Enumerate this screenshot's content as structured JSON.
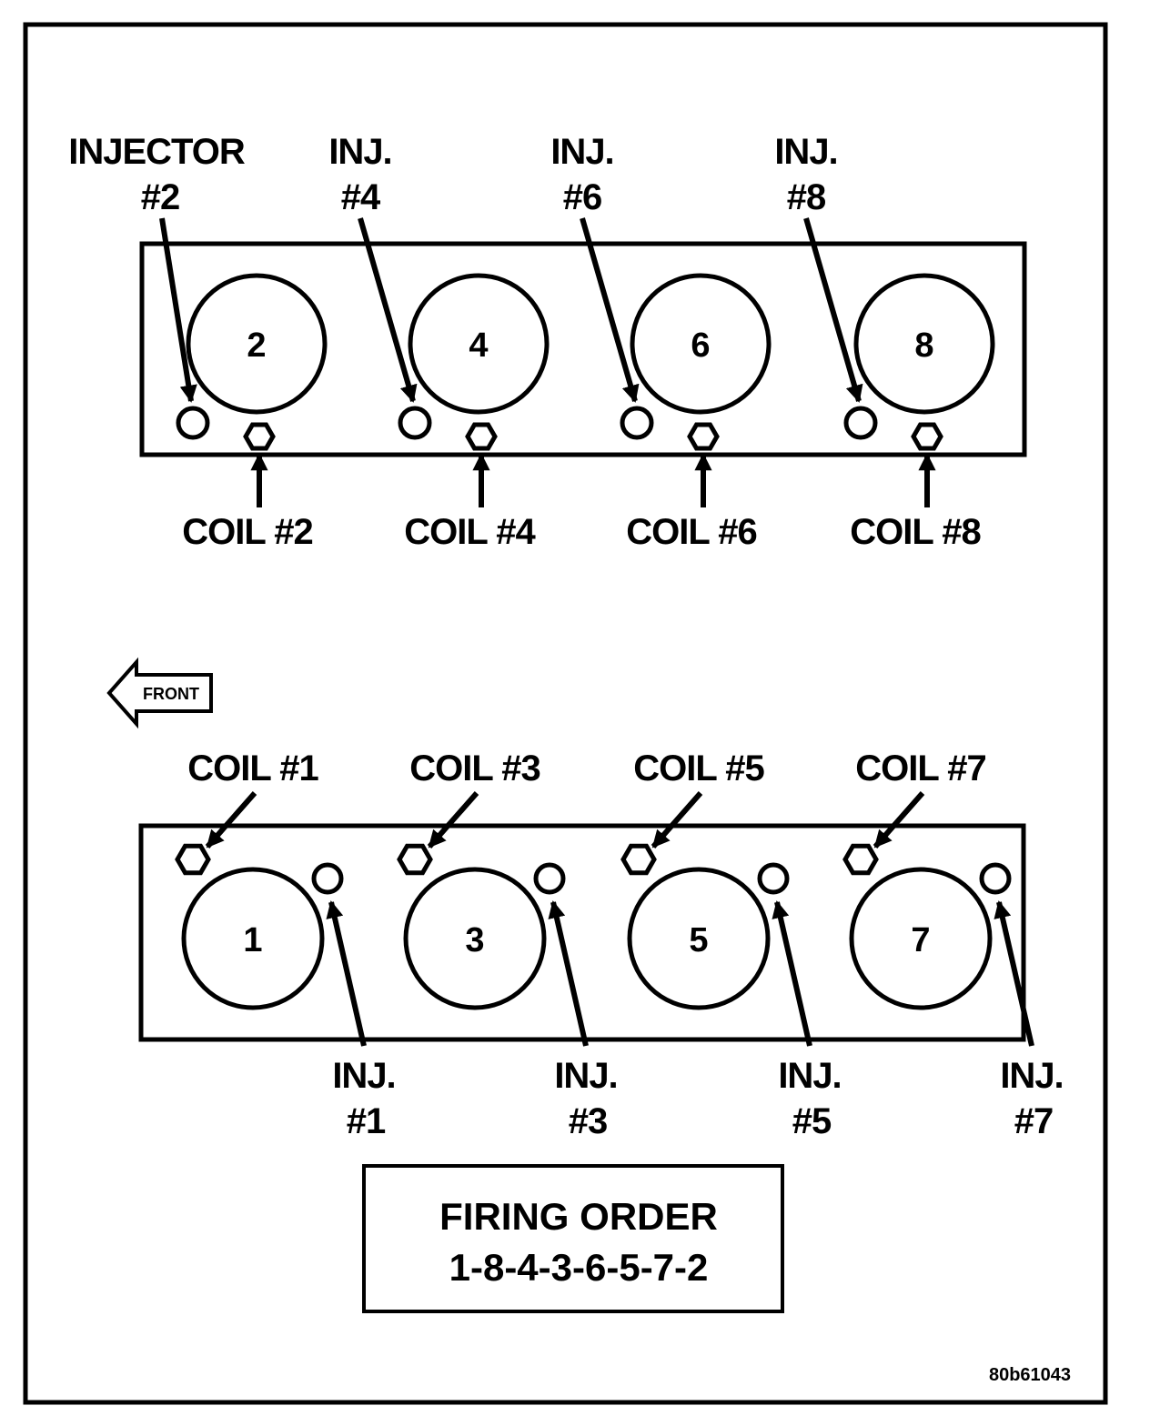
{
  "front_label": "FRONT",
  "upper_bank": {
    "cylinders": [
      {
        "number": "2",
        "injector_label": [
          "INJECTOR",
          "#2"
        ],
        "coil_label": "COIL #2"
      },
      {
        "number": "4",
        "injector_label": [
          "INJ.",
          "#4"
        ],
        "coil_label": "COIL #4"
      },
      {
        "number": "6",
        "injector_label": [
          "INJ.",
          "#6"
        ],
        "coil_label": "COIL #6"
      },
      {
        "number": "8",
        "injector_label": [
          "INJ.",
          "#8"
        ],
        "coil_label": "COIL #8"
      }
    ]
  },
  "lower_bank": {
    "cylinders": [
      {
        "number": "1",
        "coil_label": "COIL #1",
        "injector_label": [
          "INJ.",
          "#1"
        ]
      },
      {
        "number": "3",
        "coil_label": "COIL #3",
        "injector_label": [
          "INJ.",
          "#3"
        ]
      },
      {
        "number": "5",
        "coil_label": "COIL #5",
        "injector_label": [
          "INJ.",
          "#5"
        ]
      },
      {
        "number": "7",
        "coil_label": "COIL #7",
        "injector_label": [
          "INJ.",
          "#7"
        ]
      }
    ]
  },
  "firing_order": {
    "title": "FIRING ORDER",
    "sequence": "1-8-4-3-6-5-7-2"
  },
  "figure_code": "80b61043"
}
